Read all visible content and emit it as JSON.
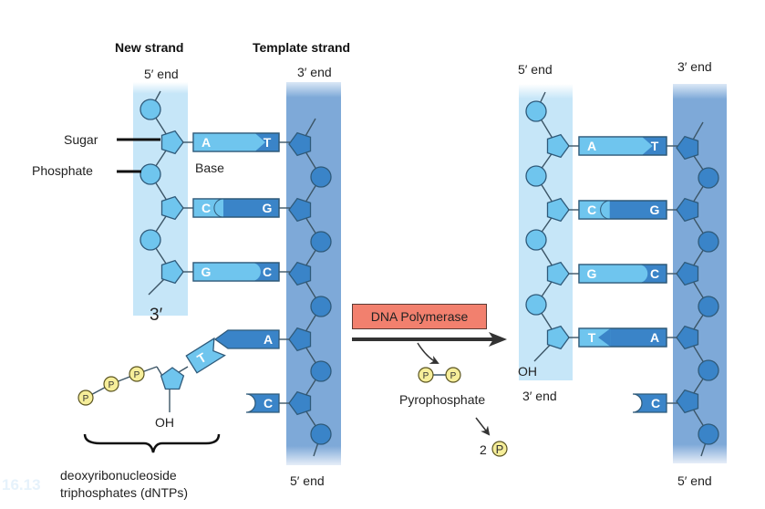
{
  "figure_label": "16.13",
  "colors": {
    "new_strand_band": "#c6e6f8",
    "template_band": "#7ea9d8",
    "light_nucleotide": "#6fc5ee",
    "dark_nucleotide": "#3a84c8",
    "outline": "#2f5a7a",
    "phosphate_free": "#f6ee9a",
    "enzyme_box": "#f2806e",
    "arrow": "#333333"
  },
  "left_panel": {
    "new_strand_title": "New strand",
    "template_strand_title": "Template strand",
    "new_strand_top_end": "5′ end",
    "template_top_end": "3′ end",
    "template_bottom_end": "5′ end",
    "new_strand_bottom_end": "3′",
    "callouts": {
      "sugar": "Sugar",
      "phosphate": "Phosphate",
      "base": "Base"
    },
    "pairs": [
      {
        "new_base": "A",
        "template_base": "T"
      },
      {
        "new_base": "C",
        "template_base": "G"
      },
      {
        "new_base": "G",
        "template_base": "C"
      }
    ],
    "unpaired_template_bases": [
      "A",
      "C"
    ],
    "incoming_dntp": {
      "base": "T",
      "phosphates": [
        "P",
        "P",
        "P"
      ],
      "hydroxyl": "OH",
      "caption_line1": "deoxyribonucleoside",
      "caption_line2": "triphosphates (dNTPs)"
    }
  },
  "reaction": {
    "enzyme": "DNA Polymerase",
    "byproduct_label": "Pyrophosphate",
    "pyrophosphate_groups": [
      "P",
      "P"
    ],
    "hydrolysis_count": "2",
    "hydrolysis_group": "P"
  },
  "right_panel": {
    "new_strand_top_end": "5′ end",
    "template_top_end": "3′ end",
    "template_bottom_end": "5′ end",
    "new_strand_bottom_end": "3′ end",
    "hydroxyl": "OH",
    "pairs": [
      {
        "new_base": "A",
        "template_base": "T"
      },
      {
        "new_base": "C",
        "template_base": "G"
      },
      {
        "new_base": "G",
        "template_base": "C"
      },
      {
        "new_base": "T",
        "template_base": "A"
      }
    ],
    "unpaired_template_bases": [
      "C"
    ]
  }
}
